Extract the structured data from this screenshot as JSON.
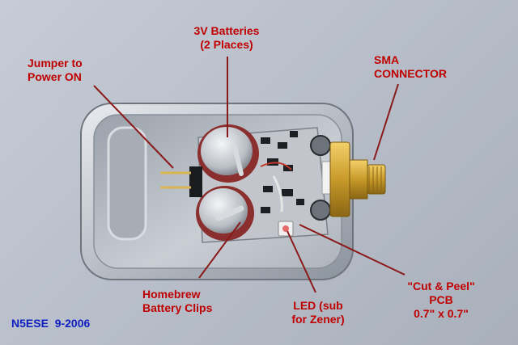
{
  "labels": {
    "batteries": [
      "3V Batteries",
      "(2 Places)"
    ],
    "jumper": [
      "Jumper to",
      "Power ON"
    ],
    "sma": [
      "SMA",
      "CONNECTOR"
    ],
    "clips": [
      "Homebrew",
      "Battery Clips"
    ],
    "led": [
      "LED (sub",
      "for Zener)"
    ],
    "pcb": [
      "\"Cut & Peel\"",
      "PCB",
      "0.7\" x 0.7\""
    ]
  },
  "credit": "N5ESE  9-2006",
  "colors": {
    "label": "#c00000",
    "credit": "#1020c0",
    "background": "#b9c0cb"
  }
}
